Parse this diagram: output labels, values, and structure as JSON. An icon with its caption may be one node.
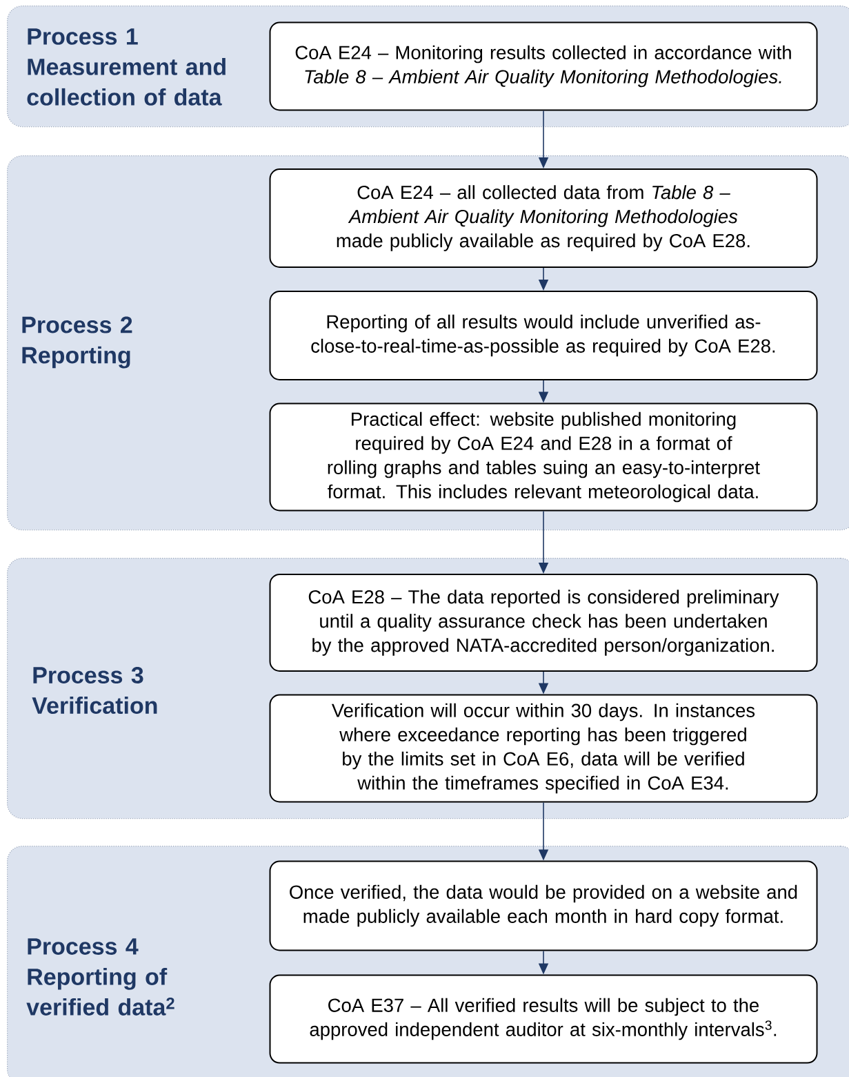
{
  "diagram": {
    "nodes": [
      {
        "text": [
          "Process 1 Measurement and collection of data"
        ]
      },
      {
        "text": [
          "CoA E24 – Monitoring results collected in accordance with *Table 8 – Ambient Air Quality Monitoring Methodologies.*"
        ],
        "in": 0
      },
      {
        "text": [
          "Process 2 Reporting"
        ]
      },
      {
        "text": [
          "CoA E24 – all collected data from *Table 8 – Ambient Air Quality Monitoring Methodologies* made publicly available as required by CoA E28."
        ],
        "in": 2
      },
      {
        "text": [
          "Reporting of all results would include unverified as-close-to-real-time-as-possible as required by CoA E28."
        ],
        "in": 2
      },
      {
        "text": [
          "Practical effect: website published monitoring required by CoA E24 and E28 in a format of rolling graphs and tables suing an easy-to-interpret format. This includes relevant meteorological data."
        ],
        "in": 2
      },
      {
        "text": [
          "Process 3 Verification"
        ]
      },
      {
        "text": [
          "CoA E28 – The data reported is considered preliminary until a quality assurance check has been undertaken by the approved NATA-accredited person/organization."
        ],
        "in": 6
      },
      {
        "text": [
          "Verification will occur within 30 days. In instances where exceedance reporting has been triggered by the limits set in CoA E6, data will be verified within the timeframes specified in CoA E34."
        ],
        "in": 6
      },
      {
        "text": [
          "Process 4 Reporting of verified data$^{2}$"
        ]
      },
      {
        "text": [
          "Once verified, the data would be provided on a website and made publicly available each month in hard copy format."
        ],
        "in": 9
      },
      {
        "text": [
          "CoA E37 – All verified results will be subject to the approved independent auditor at six-monthly intervals$^{3}$."
        ],
        "in": 9
      }
    ],
    "edges": [
      {
        "from": 1,
        "to": 3,
        "arrow": "to"
      },
      {
        "from": 3,
        "to": 4,
        "arrow": "to"
      },
      {
        "from": 4,
        "to": 5,
        "arrow": "to"
      },
      {
        "from": 5,
        "to": 7,
        "arrow": "to"
      },
      {
        "from": 7,
        "to": 8,
        "arrow": "to"
      },
      {
        "from": 8,
        "to": 10,
        "arrow": "to"
      },
      {
        "from": 10,
        "to": 11,
        "arrow": "to"
      }
    ]
  }
}
